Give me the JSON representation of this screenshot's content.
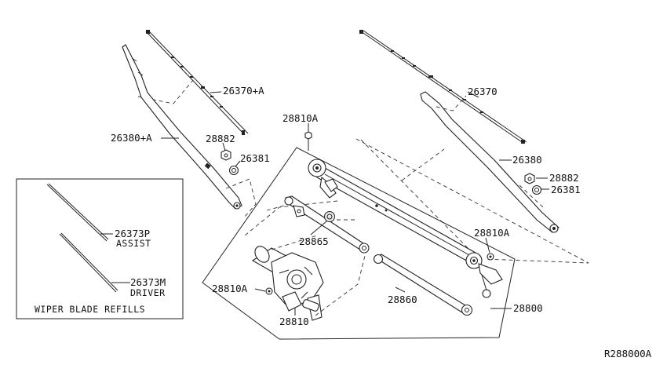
{
  "labels": {
    "p26370a": "26370+A",
    "p26380a": "26380+A",
    "p28882_left": "28882",
    "p26381_left": "26381",
    "p28810a_top": "28810A",
    "p26370": "26370",
    "p26380": "26380",
    "p28882_right": "28882",
    "p26381_right": "26381",
    "p28865": "28865",
    "p28810a_right": "28810A",
    "p28810a_left": "28810A",
    "p28810": "28810",
    "p28860": "28860",
    "p28800": "28800",
    "p26373p": "26373P",
    "p26373p_sub": "ASSIST",
    "p26373m": "26373M",
    "p26373m_sub": "DRIVER"
  },
  "inset": {
    "caption": "WIPER BLADE REFILLS"
  },
  "diagram_code": "R288000A",
  "colors": {
    "line": "#222222",
    "background": "#ffffff"
  }
}
